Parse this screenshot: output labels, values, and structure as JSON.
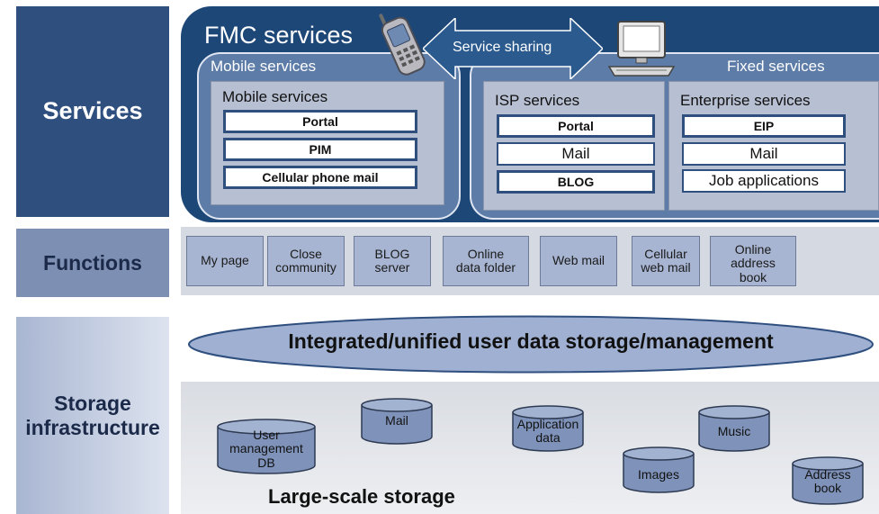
{
  "layers": {
    "services": "Services",
    "functions": "Functions",
    "storage": "Storage\ninfrastructure"
  },
  "services": {
    "fmc_title": "FMC services",
    "sharing_label": "Service sharing",
    "mobile_outer_label": "Mobile services",
    "fixed_outer_label": "Fixed services",
    "mobile": {
      "title": "Mobile services",
      "items": [
        "Portal",
        "PIM",
        "Cellular phone mail"
      ]
    },
    "isp": {
      "title": "ISP services",
      "items": [
        "Portal",
        "Mail",
        "BLOG"
      ]
    },
    "enterprise": {
      "title": "Enterprise services",
      "items": [
        "EIP",
        "Mail",
        "Job applications"
      ]
    }
  },
  "functions": {
    "items": [
      "My page",
      "Close\ncommunity",
      "BLOG\nserver",
      "Online\ndata folder",
      "Web mail",
      "Cellular\nweb mail",
      "Online\naddress\nbook"
    ]
  },
  "storage": {
    "unified_label": "Integrated/unified user data storage/management",
    "large_label": "Large-scale storage",
    "databases": [
      "User\nmanagement\nDB",
      "Mail",
      "Application\ndata",
      "Images",
      "Music",
      "Address\nbook"
    ]
  },
  "colors": {
    "dark_blue": "#1d4777",
    "label_blue": "#2f4f7f",
    "mid_blue": "#5d7ca7",
    "cylinder_fill": "#7f93ba",
    "ellipse_fill": "#9fb0d2"
  },
  "icons": [
    "mobile-phone-icon",
    "desktop-computer-icon",
    "double-arrow-icon"
  ]
}
